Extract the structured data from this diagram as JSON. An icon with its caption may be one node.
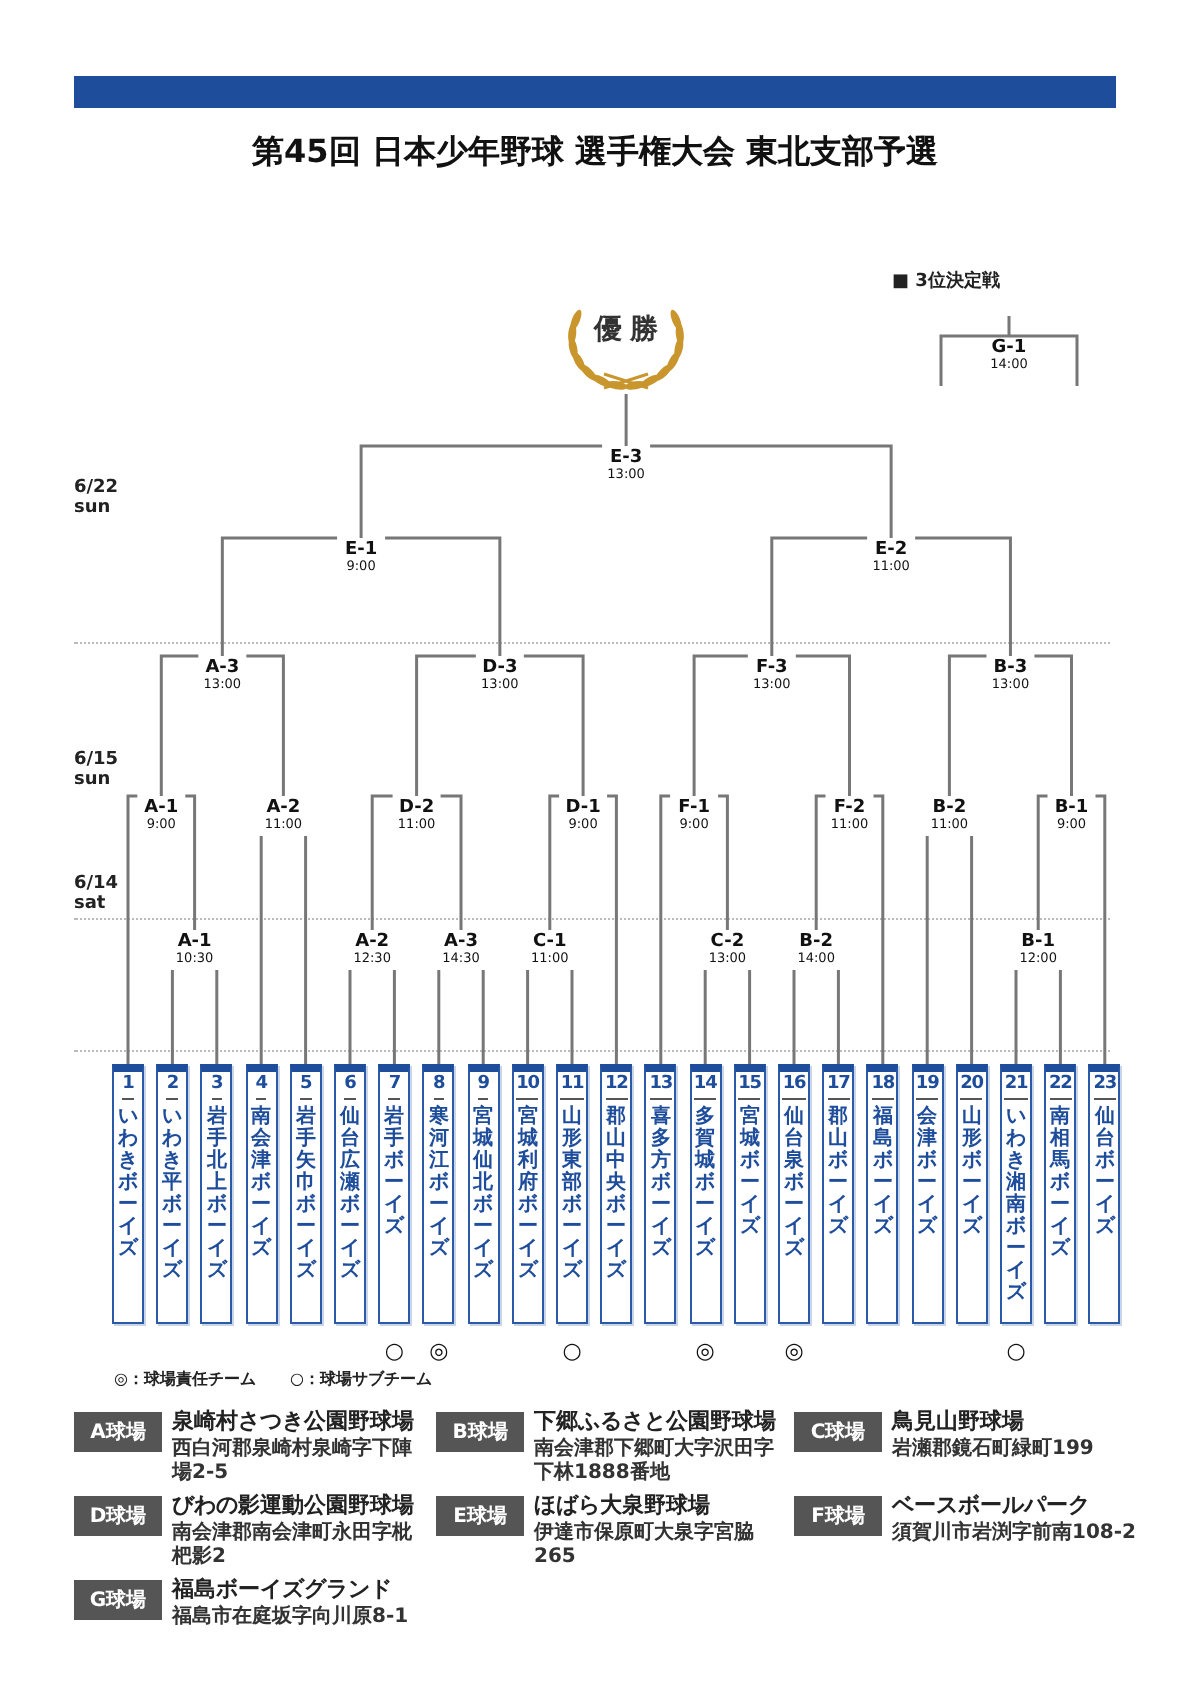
{
  "diagram": {
    "title": "第45回 日本少年野球 選手権大会 東北支部予選",
    "nodes": [
      {
        "text": [
          "優勝"
        ]
      },
      {
        "text": [
          "E-3",
          "13:00"
        ]
      },
      {
        "text": [
          "E-1",
          "9:00"
        ]
      },
      {
        "text": [
          "E-2",
          "11:00"
        ]
      },
      {
        "text": [
          "A-3",
          "13:00"
        ]
      },
      {
        "text": [
          "D-3",
          "13:00"
        ]
      },
      {
        "text": [
          "F-3",
          "13:00"
        ]
      },
      {
        "text": [
          "B-3",
          "13:00"
        ]
      },
      {
        "text": [
          "A-1",
          "9:00"
        ]
      },
      {
        "text": [
          "A-2",
          "11:00"
        ]
      },
      {
        "text": [
          "D-2",
          "11:00"
        ]
      },
      {
        "text": [
          "D-1",
          "9:00"
        ]
      },
      {
        "text": [
          "F-1",
          "9:00"
        ]
      },
      {
        "text": [
          "F-2",
          "11:00"
        ]
      },
      {
        "text": [
          "B-2",
          "11:00"
        ]
      },
      {
        "text": [
          "B-1",
          "9:00"
        ]
      },
      {
        "text": [
          "A-1",
          "10:30"
        ]
      },
      {
        "text": [
          "A-2",
          "12:30"
        ]
      },
      {
        "text": [
          "A-3",
          "14:30"
        ]
      },
      {
        "text": [
          "C-1",
          "11:00"
        ]
      },
      {
        "text": [
          "C-2",
          "13:00"
        ]
      },
      {
        "text": [
          "B-2",
          "14:00"
        ]
      },
      {
        "text": [
          "B-1",
          "12:00"
        ]
      },
      {
        "text": [
          "1",
          "いわきボーイズ"
        ]
      },
      {
        "text": [
          "2",
          "いわき平ボーイズ"
        ]
      },
      {
        "text": [
          "3",
          "岩手北上ボーイズ"
        ]
      },
      {
        "text": [
          "4",
          "南会津ボーイズ"
        ]
      },
      {
        "text": [
          "5",
          "岩手矢巾ボーイズ"
        ]
      },
      {
        "text": [
          "6",
          "仙台広瀬ボーイズ"
        ]
      },
      {
        "text": [
          "7",
          "岩手ボーイズ"
        ],
        "beside": [
          "○"
        ]
      },
      {
        "text": [
          "8",
          "寒河江ボーイズ"
        ],
        "beside": [
          "◎"
        ]
      },
      {
        "text": [
          "9",
          "宮城仙北ボーイズ"
        ]
      },
      {
        "text": [
          "10",
          "宮城利府ボーイズ"
        ]
      },
      {
        "text": [
          "11",
          "山形東部ボーイズ"
        ],
        "beside": [
          "○"
        ]
      },
      {
        "text": [
          "12",
          "郡山中央ボーイズ"
        ]
      },
      {
        "text": [
          "13",
          "喜多方ボーイズ"
        ]
      },
      {
        "text": [
          "14",
          "多賀城ボーイズ"
        ],
        "beside": [
          "◎"
        ]
      },
      {
        "text": [
          "15",
          "宮城ボーイズ"
        ]
      },
      {
        "text": [
          "16",
          "仙台泉ボーイズ"
        ],
        "beside": [
          "◎"
        ]
      },
      {
        "text": [
          "17",
          "郡山ボーイズ"
        ]
      },
      {
        "text": [
          "18",
          "福島ボーイズ"
        ]
      },
      {
        "text": [
          "19",
          "会津ボーイズ"
        ]
      },
      {
        "text": [
          "20",
          "山形ボーイズ"
        ]
      },
      {
        "text": [
          "21",
          "いわき湘南ボーイズ"
        ],
        "beside": [
          "○"
        ]
      },
      {
        "text": [
          "22",
          "南相馬ボーイズ"
        ]
      },
      {
        "text": [
          "23",
          "仙台ボーイズ"
        ]
      },
      {
        "text": [
          "G-1",
          "14:00"
        ]
      },
      {
        "text": [
          "A球場"
        ],
        "beside": [
          "泉崎村さつき公園野球場",
          "西白河郡泉崎村泉崎字下陣場2-5"
        ]
      },
      {
        "text": [
          "B球場"
        ],
        "beside": [
          "下郷ふるさと公園野球場",
          "南会津郡下郷町大字沢田字下林1888番地"
        ]
      },
      {
        "text": [
          "C球場"
        ],
        "beside": [
          "鳥見山野球場",
          "岩瀬郡鏡石町緑町199"
        ]
      },
      {
        "text": [
          "D球場"
        ],
        "beside": [
          "びわの影運動公園野球場",
          "南会津郡南会津町永田字枇杷影2"
        ]
      },
      {
        "text": [
          "E球場"
        ],
        "beside": [
          "ほばら大泉野球場",
          "伊達市保原町大泉字宮脇265"
        ]
      },
      {
        "text": [
          "F球場"
        ],
        "beside": [
          "ベースボールパーク",
          "須賀川市岩渕字前南108-2"
        ]
      },
      {
        "text": [
          "G球場"
        ],
        "beside": [
          "福島ボーイズグランド",
          "福島市在庭坂字向川原8-1"
        ]
      }
    ],
    "edges": [
      {
        "from": 1,
        "to": 0,
        "arrow": "none"
      },
      {
        "from": 2,
        "to": 1,
        "arrow": "none"
      },
      {
        "from": 3,
        "to": 1,
        "arrow": "none"
      },
      {
        "from": 4,
        "to": 2,
        "arrow": "none"
      },
      {
        "from": 5,
        "to": 2,
        "arrow": "none"
      },
      {
        "from": 6,
        "to": 3,
        "arrow": "none"
      },
      {
        "from": 7,
        "to": 3,
        "arrow": "none"
      },
      {
        "from": 8,
        "to": 4,
        "arrow": "none"
      },
      {
        "from": 9,
        "to": 4,
        "arrow": "none"
      },
      {
        "from": 10,
        "to": 5,
        "arrow": "none"
      },
      {
        "from": 11,
        "to": 5,
        "arrow": "none"
      },
      {
        "from": 12,
        "to": 6,
        "arrow": "none"
      },
      {
        "from": 13,
        "to": 6,
        "arrow": "none"
      },
      {
        "from": 14,
        "to": 7,
        "arrow": "none"
      },
      {
        "from": 15,
        "to": 7,
        "arrow": "none"
      },
      {
        "from": 23,
        "to": 8,
        "arrow": "none"
      },
      {
        "from": 16,
        "to": 8,
        "arrow": "none"
      },
      {
        "from": 26,
        "to": 9,
        "arrow": "none"
      },
      {
        "from": 27,
        "to": 9,
        "arrow": "none"
      },
      {
        "from": 17,
        "to": 10,
        "arrow": "none"
      },
      {
        "from": 18,
        "to": 10,
        "arrow": "none"
      },
      {
        "from": 19,
        "to": 11,
        "arrow": "none"
      },
      {
        "from": 34,
        "to": 11,
        "arrow": "none"
      },
      {
        "from": 35,
        "to": 12,
        "arrow": "none"
      },
      {
        "from": 20,
        "to": 12,
        "arrow": "none"
      },
      {
        "from": 21,
        "to": 13,
        "arrow": "none"
      },
      {
        "from": 40,
        "to": 13,
        "arrow": "none"
      },
      {
        "from": 41,
        "to": 14,
        "arrow": "none"
      },
      {
        "from": 42,
        "to": 14,
        "arrow": "none"
      },
      {
        "from": 22,
        "to": 15,
        "arrow": "none"
      },
      {
        "from": 45,
        "to": 15,
        "arrow": "none"
      },
      {
        "from": 24,
        "to": 16,
        "arrow": "none"
      },
      {
        "from": 25,
        "to": 16,
        "arrow": "none"
      },
      {
        "from": 28,
        "to": 17,
        "arrow": "none"
      },
      {
        "from": 29,
        "to": 17,
        "arrow": "none"
      },
      {
        "from": 30,
        "to": 18,
        "arrow": "none"
      },
      {
        "from": 31,
        "to": 18,
        "arrow": "none"
      },
      {
        "from": 32,
        "to": 19,
        "arrow": "none"
      },
      {
        "from": 33,
        "to": 19,
        "arrow": "none"
      },
      {
        "from": 36,
        "to": 20,
        "arrow": "none"
      },
      {
        "from": 37,
        "to": 20,
        "arrow": "none"
      },
      {
        "from": 38,
        "to": 21,
        "arrow": "none"
      },
      {
        "from": 39,
        "to": 21,
        "arrow": "none"
      },
      {
        "from": 43,
        "to": 22,
        "arrow": "none"
      },
      {
        "from": 44,
        "to": 22,
        "arrow": "none"
      }
    ],
    "labels": [
      "■ 3位決定戦",
      "6/22 sun",
      "6/15 sun",
      "6/14 sat",
      "◎：球場責任チーム",
      "○：球場サブチーム"
    ]
  }
}
